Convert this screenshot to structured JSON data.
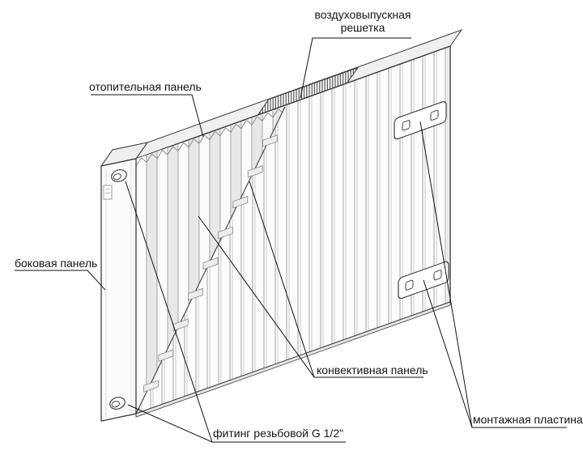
{
  "labels": {
    "air_grille": {
      "line1": "воздуховыпускная",
      "line2": "решетка"
    },
    "heating_panel": "отопительная панель",
    "side_panel": "боковая панель",
    "convective_panel": "конвективная панель",
    "fitting": "фитинг резьбовой G 1/2\"",
    "mounting_plate": "монтажная пластина"
  },
  "colors": {
    "outline": "#2f2f2f",
    "leader_line": "#111111",
    "text": "#151515",
    "rib_shadow": "#adadad",
    "grille_hatch": "#4a4a4a",
    "background": "#ffffff"
  }
}
